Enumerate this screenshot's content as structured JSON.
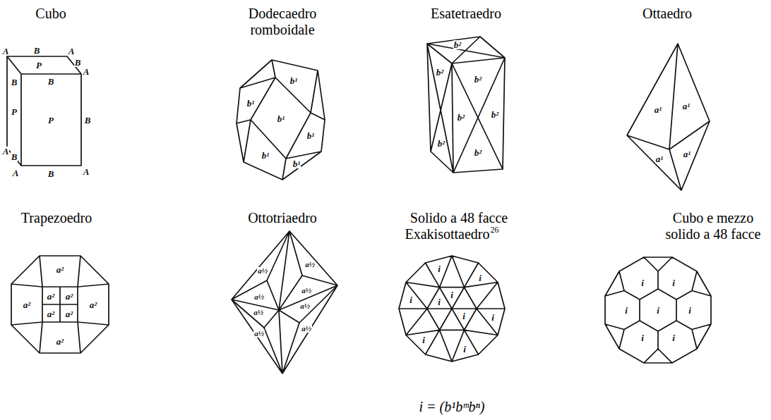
{
  "diagram": {
    "labels": [
      "Cubo",
      "Dodecaedro romboidale",
      "Esatetraedro",
      "Ottaedro",
      "Trapezoedro",
      "Ottotriaedro",
      "Solido a 48 facce",
      "Exakisottaedro",
      "26",
      "Cubo e mezzo solido a 48 facce",
      "i = (b¹bᵐbⁿ)",
      "P",
      "P",
      "P",
      "A",
      "A",
      "A",
      "A",
      "A",
      "A",
      "B",
      "B",
      "B",
      "B",
      "B",
      "B",
      "B",
      "b¹",
      "b¹",
      "b¹",
      "b¹",
      "b¹",
      "b¹",
      "b²",
      "b²",
      "b²",
      "b²",
      "b²",
      "b²",
      "b²",
      "a¹",
      "a¹",
      "a¹",
      "a¹",
      "a²",
      "a²",
      "a²",
      "a²",
      "a²",
      "a²",
      "a²",
      "a²",
      "a½",
      "a½",
      "a½",
      "a½",
      "a½",
      "a½",
      "a½",
      "a½",
      "i",
      "i",
      "i",
      "i",
      "i",
      "i",
      "i",
      "i",
      "i",
      "i",
      "i",
      "i",
      "i",
      "i",
      "i",
      "i"
    ]
  }
}
